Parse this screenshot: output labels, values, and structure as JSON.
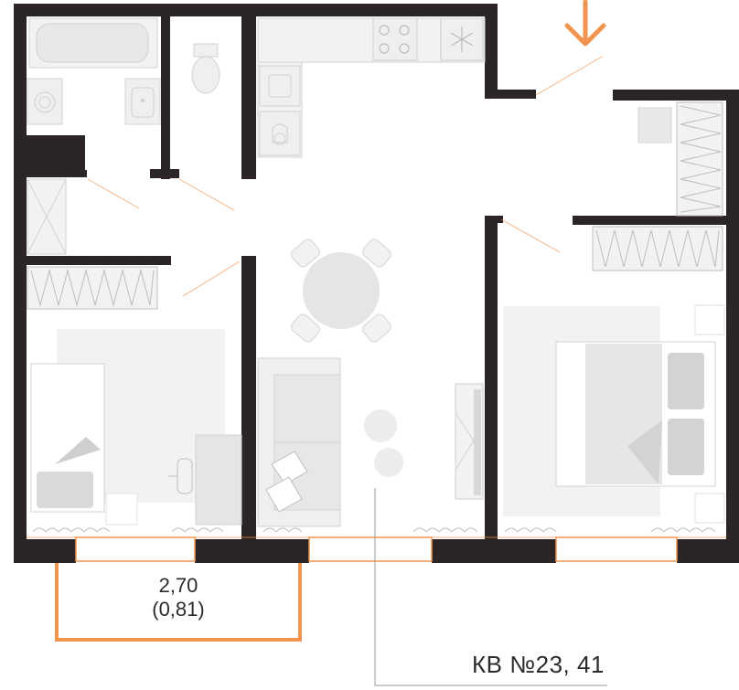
{
  "colors": {
    "wall": "#2b2525",
    "accent": "#f0944f",
    "furniture_fill": "#efefef",
    "furniture_stroke": "#d3d3d3",
    "rug": "#f2f2f2",
    "leader_line": "#9a9a9a"
  },
  "balcony": {
    "area": "2,70",
    "area_coefficient": "(0,81)"
  },
  "apartment": {
    "label": "КВ №23, 41"
  },
  "icons": {
    "entrance": "arrow-down-icon",
    "freezer": "snowflake-icon"
  }
}
